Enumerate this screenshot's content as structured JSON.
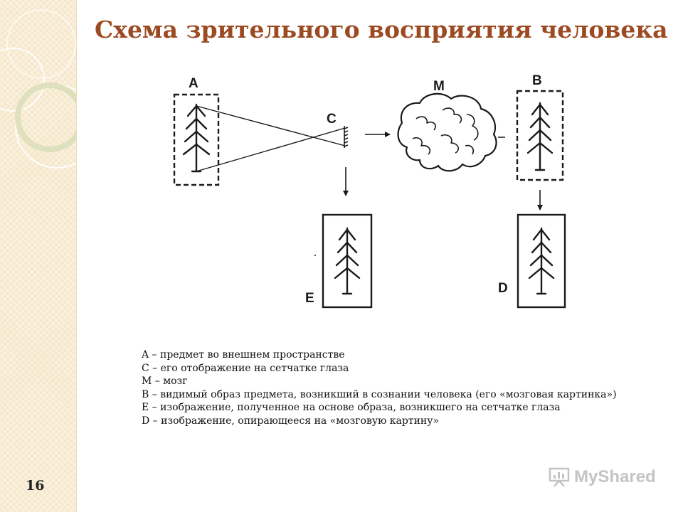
{
  "title": "Схема зрительного восприятия человека",
  "diagram": {
    "labels": {
      "A": "A",
      "C": "C",
      "M": "M",
      "B": "B",
      "E": "E",
      "D": "D"
    }
  },
  "legend": [
    "A – предмет во внешнем пространстве",
    "C – его отображение на сетчатке глаза",
    "M – мозг",
    "B – видимый образ предмета, возникший в сознании человека (его «мозговая картинка»)",
    "E – изображение, полученное на основе образа, возникшего на сетчатке глаза",
    "D – изображение, опирающееся на «мозговую картину»"
  ],
  "page_number": "16",
  "watermark": {
    "text": "MyShared",
    "icon": "presentation-board-icon"
  },
  "colors": {
    "title": "#9c4a22",
    "side_strip": "#f6e8cc",
    "diagram_ink": "#1a1a1a",
    "watermark": "#c4c4c4"
  }
}
